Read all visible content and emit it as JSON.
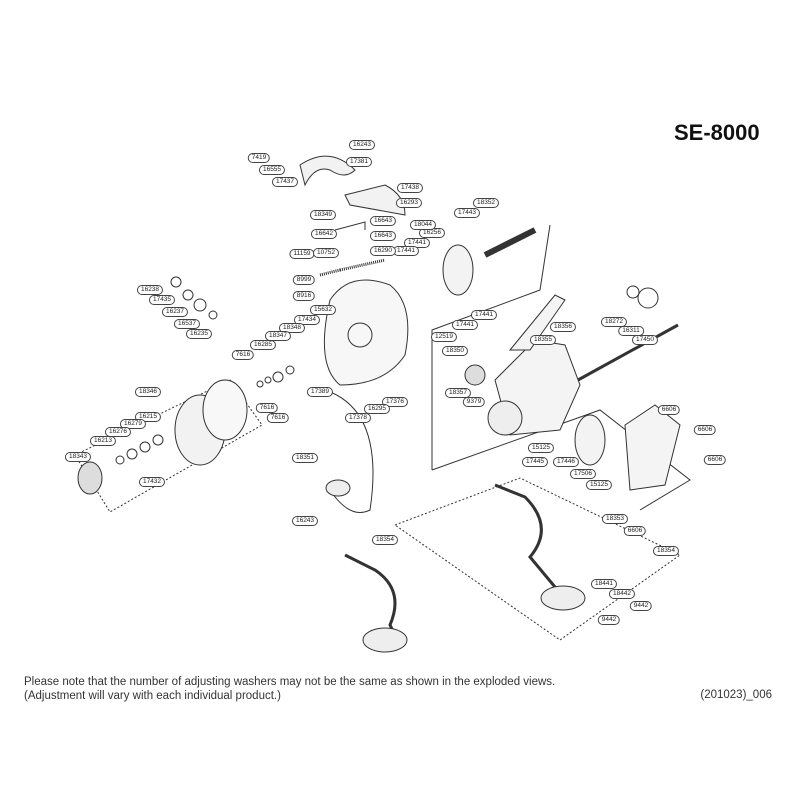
{
  "title": "SE-8000",
  "parts": [
    "16243",
    "7419",
    "16555",
    "17437",
    "17381",
    "17438",
    "16293",
    "18349",
    "16643",
    "16642",
    "16643",
    "16256",
    "17441",
    "17441",
    "11159",
    "10752",
    "16290",
    "18044",
    "17443",
    "18352",
    "8999",
    "8916",
    "16238",
    "17435",
    "16237",
    "16537",
    "16235",
    "15632",
    "17434",
    "18348",
    "18347",
    "16285",
    "7616",
    "18350",
    "12519",
    "17441",
    "17441",
    "18356",
    "18355",
    "18272",
    "16311",
    "17450",
    "18357",
    "9379",
    "17389",
    "7616",
    "7616",
    "17376",
    "16295",
    "17378",
    "18346",
    "16215",
    "16279",
    "16276",
    "16213",
    "18343",
    "17432",
    "18351",
    "15125",
    "17446",
    "17445",
    "17506",
    "15125",
    "6606",
    "6606",
    "6606",
    "18353",
    "6606",
    "18354",
    "16243",
    "18354",
    "18441",
    "18442",
    "9442",
    "9442"
  ],
  "footer": {
    "note_line1": "Please note that the number of adjusting washers may not be the same as shown in the exploded views.",
    "note_line2": "(Adjustment will vary with each individual product.)",
    "code": "(201023)_006"
  }
}
